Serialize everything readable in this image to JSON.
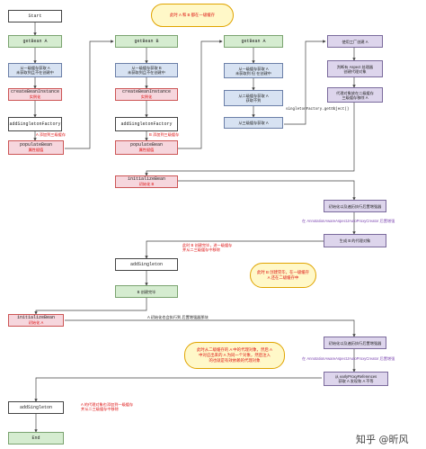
{
  "nodes": {
    "start": "Start",
    "getbean_a": "getBean A",
    "a_not_cached": [
      "从一级缓存获取 A",
      "未获取到且不在创建中"
    ],
    "create_a": "createBeanInstance",
    "create_a_sub": "实例化",
    "addsingleton_factory_a": "addSingletonFactory",
    "add_a_to_l3": "A 添加到三级缓存",
    "populate_a": "populateBean",
    "populate_a_sub": "属性赋值",
    "getbean_b": "getBean B",
    "b_not_cached": [
      "从一级缓存获取 B",
      "未获取到且不在创建中"
    ],
    "create_b": "createBeanInstance",
    "create_b_sub": "实例化",
    "addsingleton_factory_b": "addSingletonFactory",
    "add_b_to_l3": "B 添加到三级缓存",
    "populate_b": "populateBean",
    "populate_b_sub": "属性赋值",
    "getbean_a2": "getBean A",
    "a_in_creation": [
      "从一级缓存获取 A",
      "未获取到 但 在创建中"
    ],
    "a_l2": [
      "从二级缓存获取 A",
      "获取不到"
    ],
    "a_l3": "从三级缓存获取 A",
    "singleton_factory_call": "singletonFactory.getObject()",
    "use_factory": [
      "使用工厂创建 A"
    ],
    "aspect_check": [
      "判断有 Aspect 处理器",
      "创建代理对象"
    ],
    "proxy_to_l2": [
      "代理对象放在二级缓存",
      "三级缓存移除 A"
    ],
    "initialize_b": "initializeBean",
    "initialize_b_sub": "初始化 B",
    "post_processors_1": "初始化以及遍历执行后置增强器",
    "aspect_creator_1": "在 AnnotationAwareAspectJAutoProxyCreator 后置增强",
    "gen_b_proxy": "生成 B 的代理对象",
    "addsingleton_b": "addSingleton",
    "b_done": "B 创建完毕",
    "initialize_a": "initializeBean",
    "initialize_a_sub": "初始化 A",
    "init_a_trigger": "A 初始化也会执行到 后置增强器那块",
    "post_processors_2": "初始化以及遍历执行后置增强器",
    "aspect_creator_2": "在 AnnotationAwareAspectJAutoProxyCreator 后置增强",
    "early_refs": "从 earlyProxyReferences",
    "early_refs_sub": "获取 A 发现和 A 不等",
    "addsingleton_a": "addSingleton",
    "end": "End"
  },
  "notes": {
    "bubble_top": "此时 A 和 B 都在一级缓存",
    "b_done_note": [
      "此时 B 创建完毕，进一级缓存",
      "并从二三级缓存中移除"
    ],
    "bubble_mid": [
      "此时 B 创建完毕，在一级缓存",
      "A 还在二级缓存中"
    ],
    "bubble_bottom": [
      "此时从二级缓存的 A 中的代理对象，然后 A",
      "中对应出来的 A 为同一个对象，然后注入",
      "的也就是有效依赖的代理对象"
    ],
    "a_done_note": [
      "A 的代理对象也添加到一级缓存",
      "并从二三级缓存中移除"
    ]
  },
  "watermark": "知乎 @昕风"
}
